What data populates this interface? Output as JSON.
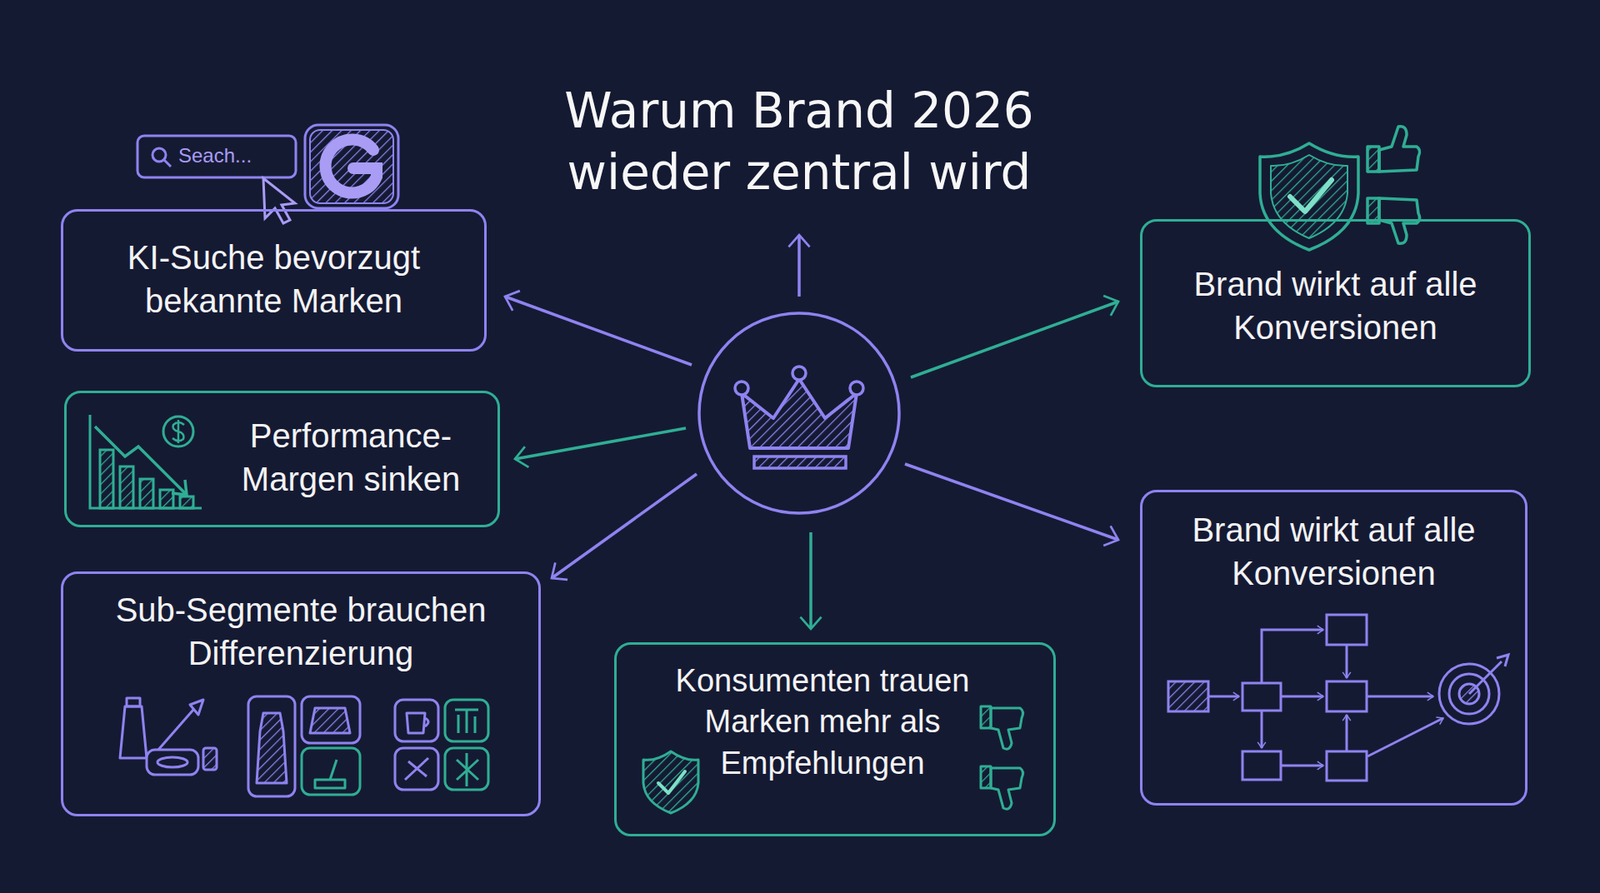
{
  "diagram": {
    "title": "Warum Brand 2026 wieder zentral wird",
    "nodes": [
      {
        "text": [
          "KI-Suche bevorzugt bekannte Marken"
        ]
      },
      {
        "text": [
          "Brand wirkt auf alle Konversionen"
        ]
      },
      {
        "text": [
          "Performance-Margen sinken"
        ]
      },
      {
        "text": [
          "Sub-Segmente brauchen Differenzierung"
        ]
      },
      {
        "text": [
          "Konsumenten trauen Marken mehr als Empfehlungen"
        ]
      },
      {
        "text": [
          "Brand wirkt auf alle Konversionen"
        ]
      }
    ],
    "labels": [
      "Seach..."
    ]
  }
}
